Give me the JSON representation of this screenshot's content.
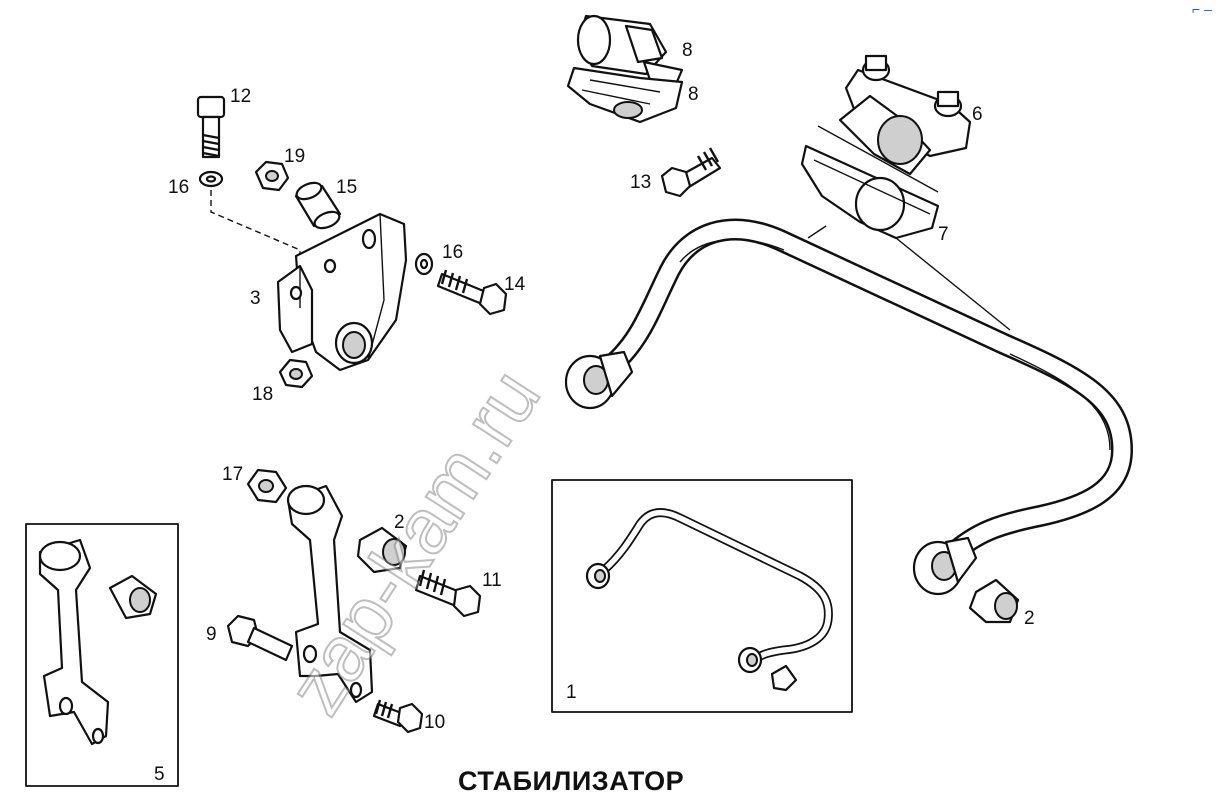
{
  "title": "СТАБИЛИЗАТОР",
  "watermark": "zap-kam.ru",
  "corner_mark": "⌐ ‒",
  "callouts": {
    "c1": "1",
    "c2a": "2",
    "c2b": "2",
    "c3": "3",
    "c5": "5",
    "c6": "6",
    "c7": "7",
    "c8a": "8",
    "c8b": "8",
    "c9": "9",
    "c10": "10",
    "c11": "11",
    "c12": "12",
    "c13": "13",
    "c14": "14",
    "c15": "15",
    "c16a": "16",
    "c16b": "16",
    "c17": "17",
    "c18": "18",
    "c19": "19"
  }
}
